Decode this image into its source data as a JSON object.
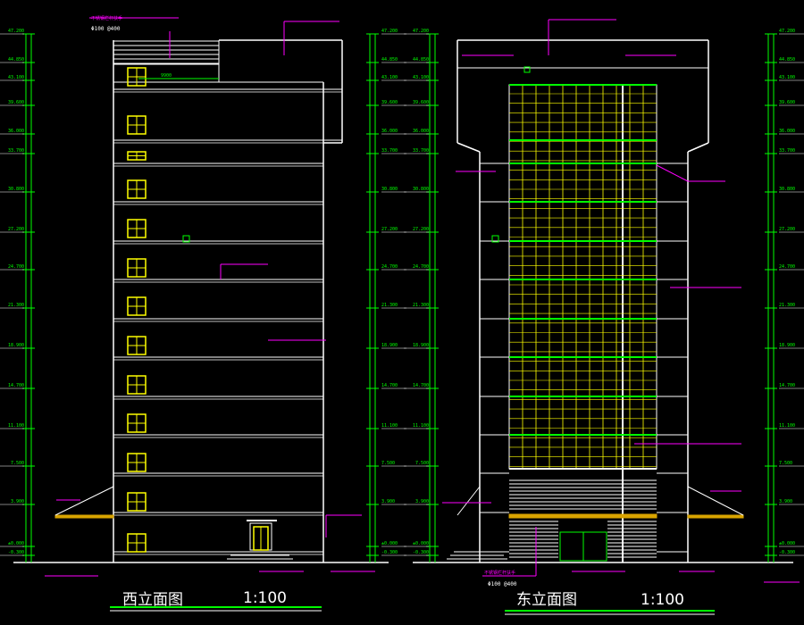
{
  "colors": {
    "background": "#000000",
    "outline": "#ffffff",
    "window": "#ffff00",
    "dimension": "#00ff00",
    "leader": "#ff00ff",
    "canopy": "#d9a400",
    "glass_frame": "#00ff00"
  },
  "west": {
    "title": "西立面图",
    "scale": "1:100",
    "note_top": "不锈钢栏杆扶手",
    "note_top_spec": "Φ100 @400",
    "dim_top": "9900"
  },
  "east": {
    "title": "东立面图",
    "scale": "1:100",
    "note_bottom": "不锈钢栏杆扶手",
    "note_bottom_spec": "Φ100 @400"
  },
  "left_elevations": [
    "47.200",
    "44.850",
    "43.100",
    "39.600",
    "36.000",
    "33.700",
    "30.800",
    "27.200",
    "24.700",
    "21.300",
    "18.900",
    "14.700",
    "11.100",
    "7.500",
    "3.900",
    "±0.000",
    "-0.300"
  ],
  "right_elevations": [
    "47.200",
    "44.850",
    "43.100",
    "39.600",
    "36.000",
    "33.700",
    "30.800",
    "27.200",
    "24.700",
    "21.300",
    "18.900",
    "14.700",
    "11.100",
    "7.500",
    "3.900",
    "±0.000",
    "-0.300"
  ]
}
